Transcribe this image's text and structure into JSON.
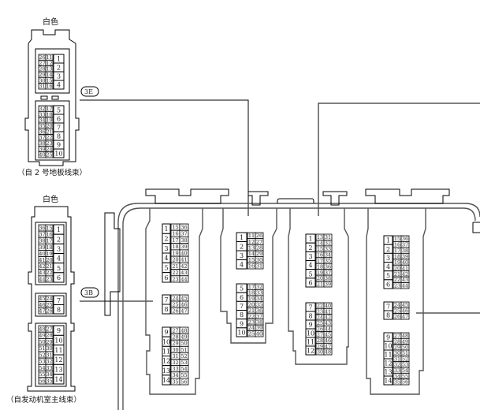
{
  "connectors": {
    "left_top": {
      "color_label": "白色",
      "callout": "3E",
      "caption": "（自 2 号地板线束）",
      "sections": [
        {
          "big": [
            "1",
            "2",
            "3",
            "4"
          ],
          "col1": [
            "26",
            "27",
            "28",
            "29",
            "30",
            "31"
          ],
          "col2": [
            "11",
            "12",
            "13",
            "14",
            "15",
            "16"
          ]
        },
        {
          "big": [
            "5",
            "6",
            "7",
            "8",
            "9",
            "10"
          ],
          "col1": [
            "32",
            "33",
            "34",
            "35",
            "36",
            "37",
            "38",
            "39",
            "40"
          ],
          "col2": [
            "17",
            "18",
            "19",
            "20",
            "21",
            "22",
            "23",
            "24",
            "25"
          ]
        }
      ]
    },
    "left_bottom": {
      "color_label": "白色",
      "callout": "3B",
      "caption": "（自发动机室主线束）",
      "sections": [
        {
          "big": [
            "1",
            "2",
            "3",
            "4",
            "5",
            "6"
          ],
          "col1": [
            "36",
            "37",
            "38",
            "39",
            "40",
            "41",
            "42",
            "43",
            "44"
          ],
          "col2": [
            "15",
            "16",
            "17",
            "18",
            "19",
            "20",
            "21",
            "22",
            "23"
          ]
        },
        {
          "big": [
            "7",
            "8"
          ],
          "col1": [
            "45",
            "46",
            "47"
          ],
          "col2": [
            "24",
            "25",
            "26"
          ]
        },
        {
          "big": [
            "9",
            "10",
            "11",
            "12",
            "13",
            "14"
          ],
          "col1": [
            "48",
            "49",
            "50",
            "51",
            "52",
            "53",
            "54",
            "55",
            "56"
          ],
          "col2": [
            "27",
            "28",
            "29",
            "30",
            "31",
            "32",
            "33",
            "34",
            "35"
          ]
        }
      ]
    },
    "block_a": {
      "sections": [
        {
          "big": [
            "1",
            "2",
            "3",
            "4",
            "5",
            "6"
          ],
          "col1": [
            "15",
            "16",
            "17",
            "18",
            "19",
            "20",
            "21",
            "22",
            "23"
          ],
          "col2": [
            "36",
            "37",
            "38",
            "39",
            "40",
            "41",
            "42",
            "43",
            "44"
          ]
        },
        {
          "big": [
            "7",
            "8"
          ],
          "col1": [
            "24",
            "25",
            "26"
          ],
          "col2": [
            "45",
            "46",
            "47"
          ]
        },
        {
          "big": [
            "9",
            "10",
            "11",
            "12",
            "13",
            "14"
          ],
          "col1": [
            "27",
            "28",
            "29",
            "30",
            "31",
            "32",
            "33",
            "34",
            "35"
          ],
          "col2": [
            "48",
            "49",
            "50",
            "51",
            "52",
            "53",
            "54",
            "55",
            "56"
          ]
        }
      ]
    },
    "block_b": {
      "sections": [
        {
          "big": [
            "1",
            "2",
            "3",
            "4"
          ],
          "col1": [
            "11",
            "12",
            "13",
            "14",
            "15",
            "16"
          ],
          "col2": [
            "26",
            "27",
            "28",
            "29",
            "30",
            "31"
          ]
        },
        {
          "big": [
            "5",
            "6",
            "7",
            "8",
            "9",
            "10"
          ],
          "col1": [
            "17",
            "18",
            "19",
            "20",
            "21",
            "22",
            "23",
            "24",
            "25"
          ],
          "col2": [
            "32",
            "33",
            "34",
            "35",
            "36",
            "37",
            "38",
            "39",
            "40"
          ]
        }
      ]
    },
    "block_c": {
      "sections": [
        {
          "big": [
            "1",
            "2",
            "3",
            "4",
            "5",
            "6"
          ],
          "col1": [
            "13",
            "14",
            "15",
            "16",
            "17",
            "18",
            "19",
            "20",
            "21"
          ],
          "col2": [
            "31",
            "32",
            "33",
            "34",
            "35",
            "36",
            "37",
            "38",
            "39"
          ]
        },
        {
          "big": [
            "7",
            "8",
            "9",
            "10",
            "11",
            "12"
          ],
          "col1": [
            "22",
            "23",
            "24",
            "25",
            "26",
            "27",
            "28",
            "29",
            "30"
          ],
          "col2": [
            "40",
            "41",
            "42",
            "43",
            "44",
            "45",
            "46",
            "47",
            "48"
          ]
        }
      ]
    },
    "block_d": {
      "sections": [
        {
          "big": [
            "1",
            "2",
            "3",
            "4",
            "5",
            "6"
          ],
          "col1": [
            "15",
            "16",
            "17",
            "18",
            "19",
            "20",
            "21",
            "22",
            "23"
          ],
          "col2": [
            "36",
            "37",
            "38",
            "39",
            "40",
            "41",
            "42",
            "43",
            "44"
          ]
        },
        {
          "big": [
            "7",
            "8"
          ],
          "col1": [
            "24",
            "25",
            "26"
          ],
          "col2": [
            "45",
            "46",
            "47"
          ]
        },
        {
          "big": [
            "9",
            "10",
            "11",
            "12",
            "13",
            "14"
          ],
          "col1": [
            "27",
            "28",
            "29",
            "30",
            "31",
            "32",
            "33",
            "34",
            "35"
          ],
          "col2": [
            "48",
            "49",
            "50",
            "51",
            "52",
            "53",
            "54",
            "55",
            "56"
          ]
        }
      ]
    }
  }
}
